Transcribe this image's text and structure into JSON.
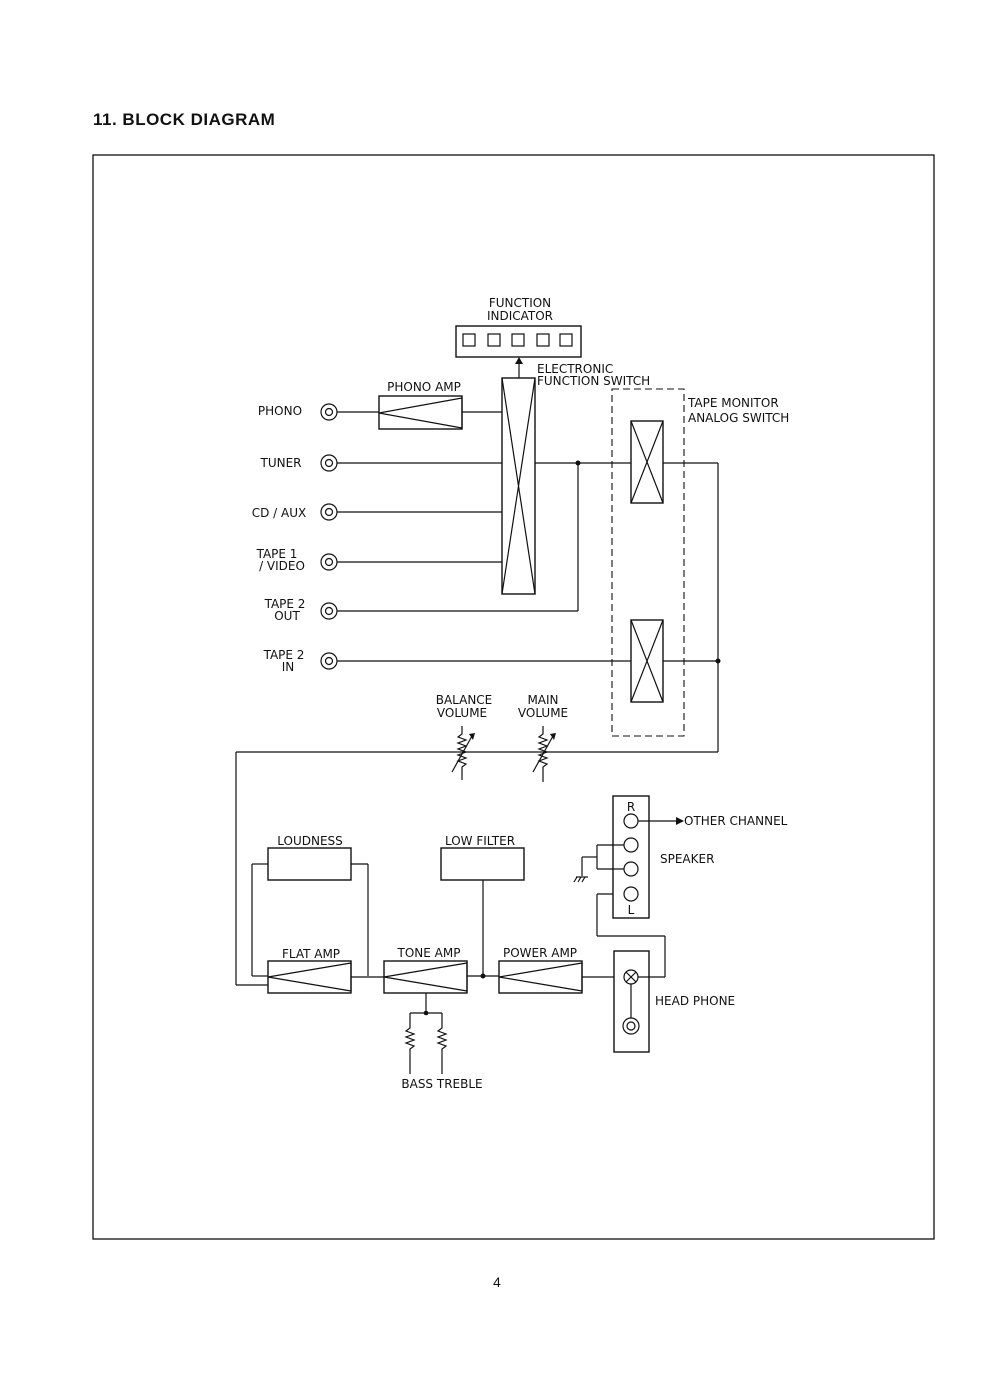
{
  "heading": "11. BLOCK DIAGRAM",
  "page_number": "4",
  "labels": {
    "function_indicator_1": "FUNCTION",
    "function_indicator_2": "INDICATOR",
    "electronic_1": "ELECTRONIC",
    "electronic_2": "FUNCTION SWITCH",
    "phono_amp": "PHONO AMP",
    "tape_monitor_1": "TAPE MONITOR",
    "tape_monitor_2": "ANALOG SWITCH",
    "phono": "PHONO",
    "tuner": "TUNER",
    "cd_aux": "CD / AUX",
    "tape1_1": "TAPE 1",
    "tape1_2": "/ VIDEO",
    "tape2out_1": "TAPE 2",
    "tape2out_2": "OUT",
    "tape2in_1": "TAPE 2",
    "tape2in_2": "IN",
    "balance_1": "BALANCE",
    "balance_2": "VOLUME",
    "main_1": "MAIN",
    "main_2": "VOLUME",
    "loudness": "LOUDNESS",
    "low_filter": "LOW FILTER",
    "flat_amp": "FLAT AMP",
    "tone_amp": "TONE AMP",
    "power_amp": "POWER AMP",
    "other_channel": "OTHER CHANNEL",
    "speaker": "SPEAKER",
    "speaker_r": "R",
    "speaker_l": "L",
    "head_phone": "HEAD PHONE",
    "bass_treble": "BASS TREBLE"
  }
}
